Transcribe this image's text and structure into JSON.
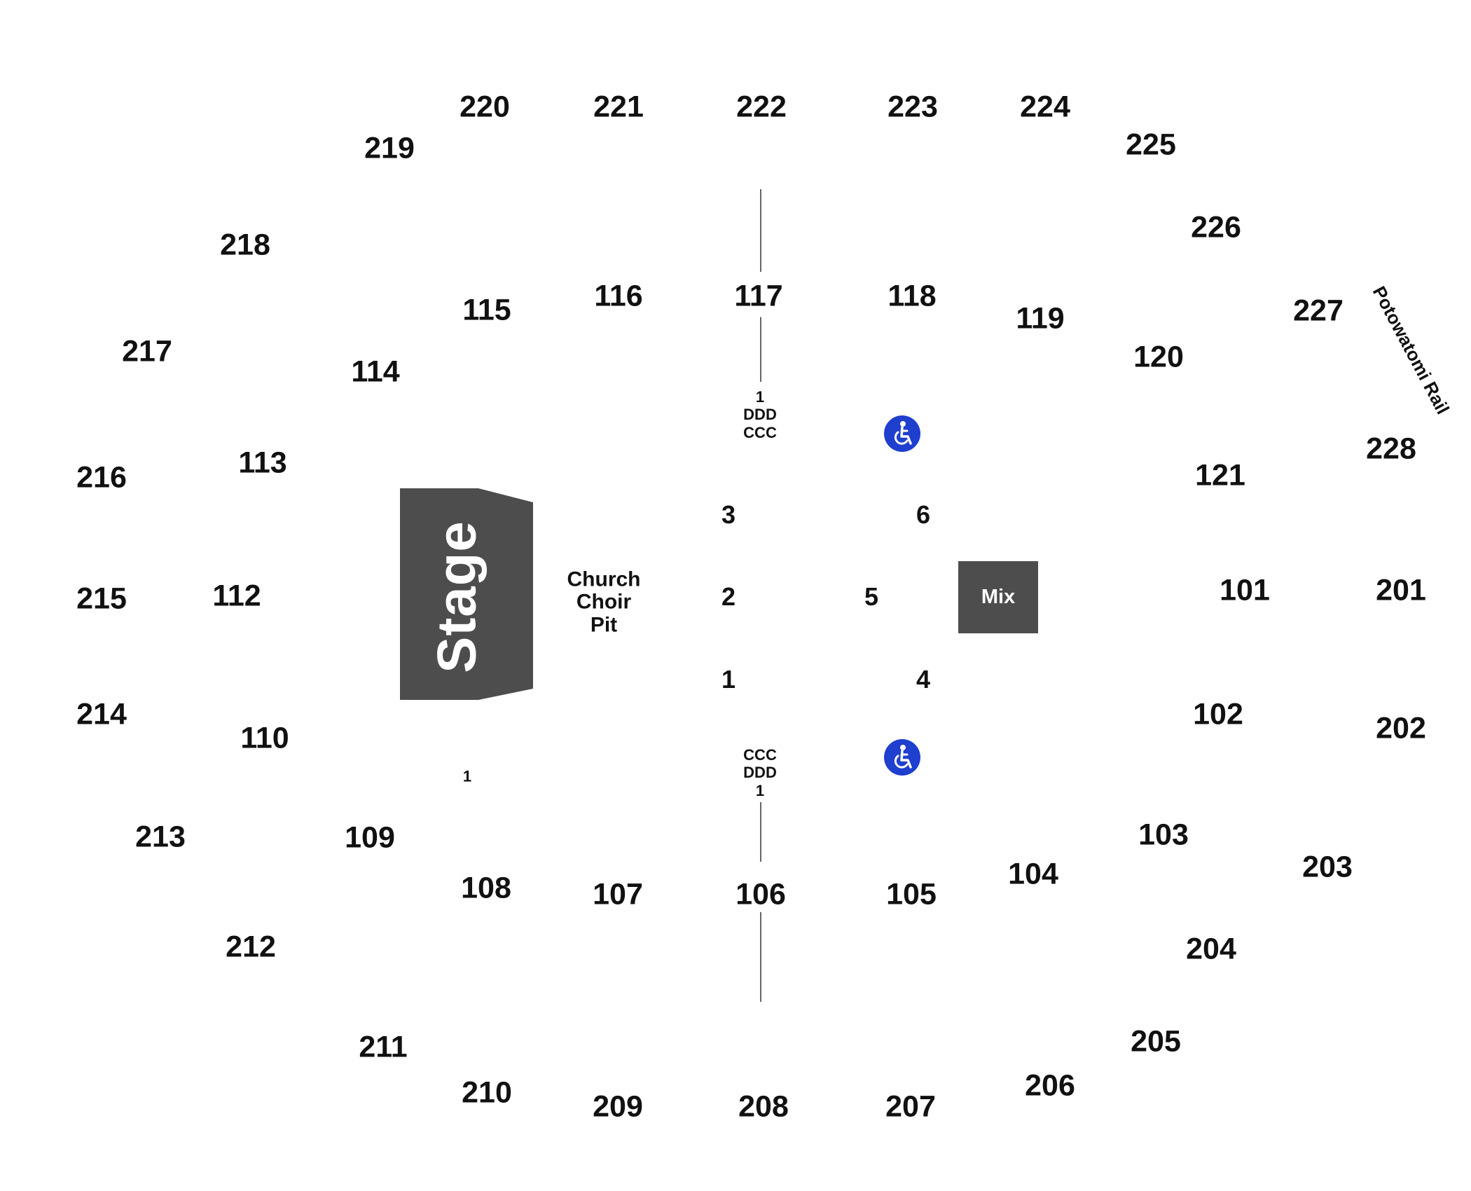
{
  "venue": {
    "stage": {
      "label": "Stage"
    },
    "mix": {
      "label": "Mix"
    },
    "pit": {
      "lines": [
        "Church",
        "Choir",
        "Pit"
      ]
    },
    "rail": {
      "label": "Potowatomi Rail"
    },
    "row_markers": {
      "top": [
        "1",
        "DDD",
        "CCC"
      ],
      "bottom": [
        "CCC",
        "DDD",
        "1"
      ],
      "left_small": "1"
    },
    "icons": {
      "accessible": "wheelchair-icon"
    },
    "colors": {
      "stage": "#4d4d4d",
      "accessible": "#1f3fce",
      "text": "#111111"
    }
  },
  "sections": {
    "upper": [
      "201",
      "202",
      "203",
      "204",
      "205",
      "206",
      "207",
      "208",
      "209",
      "210",
      "211",
      "212",
      "213",
      "214",
      "215",
      "216",
      "217",
      "218",
      "219",
      "220",
      "221",
      "222",
      "223",
      "224",
      "225",
      "226",
      "227",
      "228"
    ],
    "lower": [
      "101",
      "102",
      "103",
      "104",
      "105",
      "106",
      "107",
      "108",
      "109",
      "110",
      "112",
      "113",
      "114",
      "115",
      "116",
      "117",
      "118",
      "119",
      "120",
      "121"
    ],
    "floor": [
      "1",
      "2",
      "3",
      "4",
      "5",
      "6"
    ]
  }
}
